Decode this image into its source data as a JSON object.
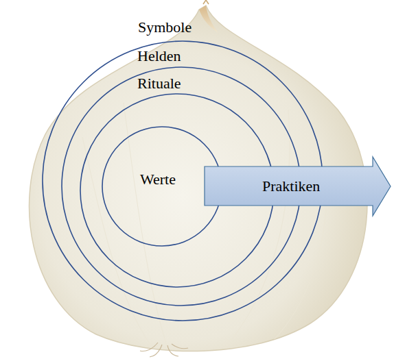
{
  "diagram": {
    "nodes": [
      {
        "text": [
          "Symbole"
        ]
      },
      {
        "text": [
          "Helden"
        ],
        "in": 0
      },
      {
        "text": [
          "Rituale"
        ],
        "in": 1
      },
      {
        "text": [
          "Werte"
        ],
        "in": 2
      },
      {
        "text": [
          "Praktiken"
        ]
      }
    ]
  }
}
